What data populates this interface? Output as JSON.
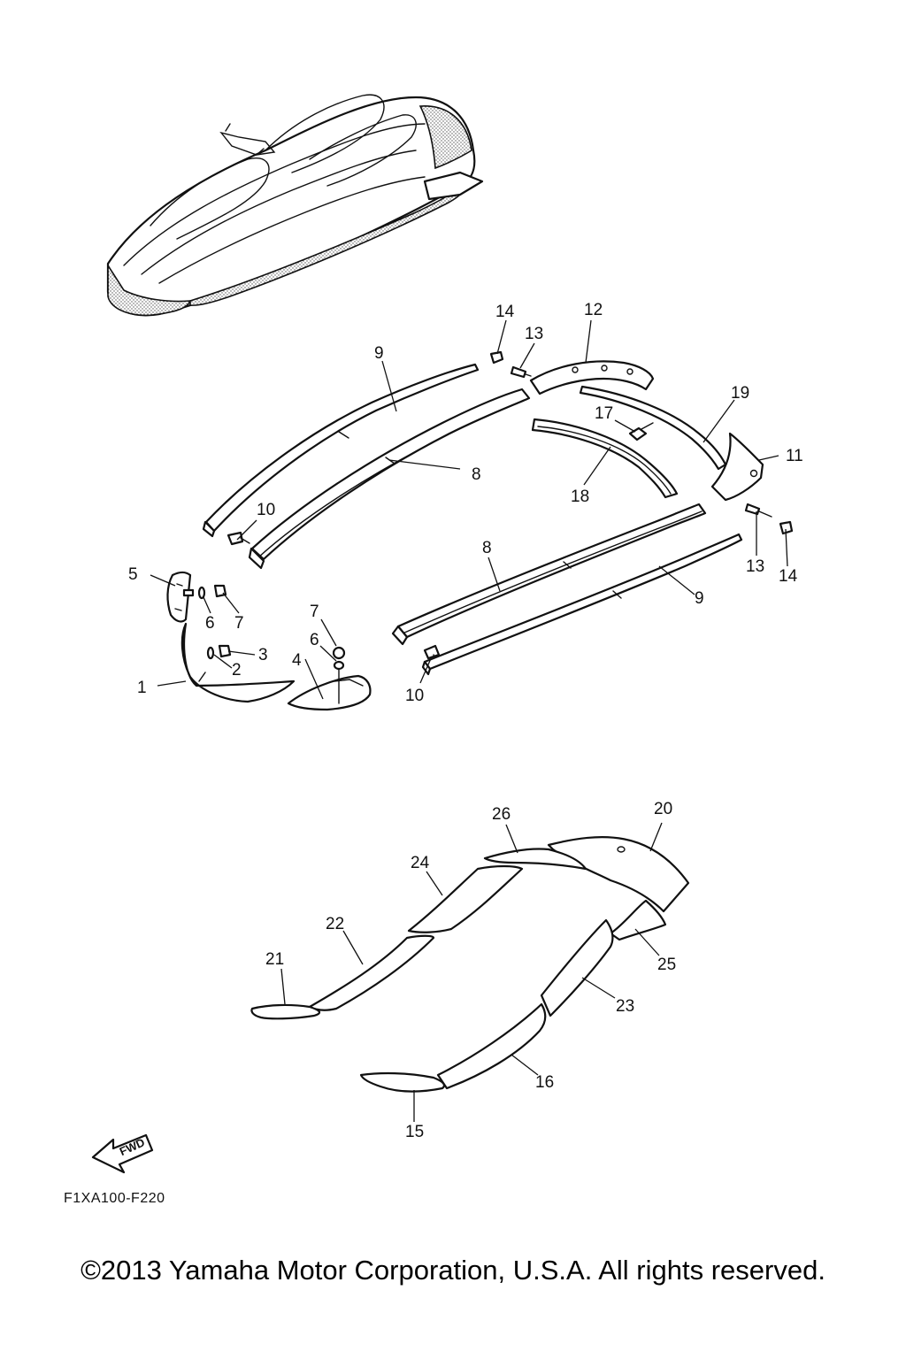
{
  "diagram": {
    "callouts": [
      {
        "id": "c1",
        "text": "1"
      },
      {
        "id": "c2",
        "text": "2"
      },
      {
        "id": "c3",
        "text": "3"
      },
      {
        "id": "c4",
        "text": "4"
      },
      {
        "id": "c5",
        "text": "5"
      },
      {
        "id": "c6a",
        "text": "6"
      },
      {
        "id": "c6b",
        "text": "6"
      },
      {
        "id": "c7a",
        "text": "7"
      },
      {
        "id": "c7b",
        "text": "7"
      },
      {
        "id": "c8a",
        "text": "8"
      },
      {
        "id": "c8b",
        "text": "8"
      },
      {
        "id": "c9a",
        "text": "9"
      },
      {
        "id": "c9b",
        "text": "9"
      },
      {
        "id": "c10a",
        "text": "10"
      },
      {
        "id": "c10b",
        "text": "10"
      },
      {
        "id": "c11",
        "text": "11"
      },
      {
        "id": "c12",
        "text": "12"
      },
      {
        "id": "c13a",
        "text": "13"
      },
      {
        "id": "c13b",
        "text": "13"
      },
      {
        "id": "c14a",
        "text": "14"
      },
      {
        "id": "c14b",
        "text": "14"
      },
      {
        "id": "c15",
        "text": "15"
      },
      {
        "id": "c16",
        "text": "16"
      },
      {
        "id": "c17",
        "text": "17"
      },
      {
        "id": "c18",
        "text": "18"
      },
      {
        "id": "c19",
        "text": "19"
      },
      {
        "id": "c20",
        "text": "20"
      },
      {
        "id": "c21",
        "text": "21"
      },
      {
        "id": "c22",
        "text": "22"
      },
      {
        "id": "c23",
        "text": "23"
      },
      {
        "id": "c24",
        "text": "24"
      },
      {
        "id": "c25",
        "text": "25"
      },
      {
        "id": "c26",
        "text": "26"
      }
    ],
    "fwd_label": "FWD",
    "diagram_code": "F1XA100-F220"
  },
  "footer": {
    "copyright": "©2013 Yamaha Motor Corporation, U.S.A. All rights reserved."
  }
}
